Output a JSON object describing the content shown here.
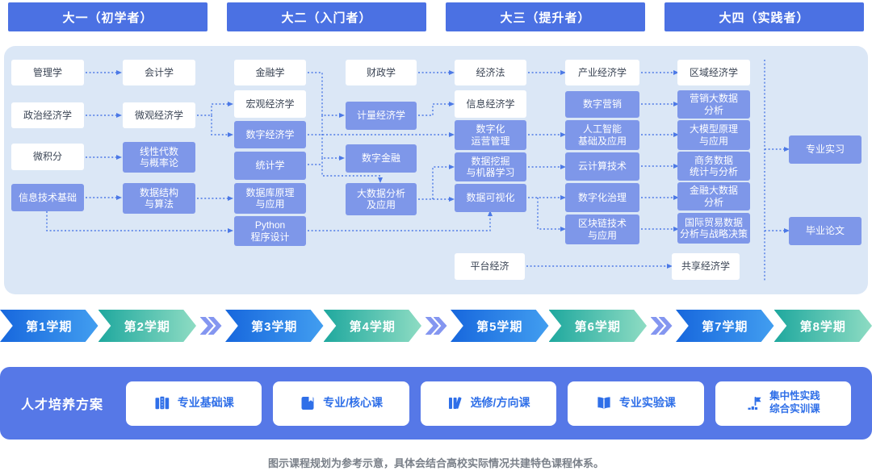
{
  "years": [
    {
      "label": "大一（初学者）"
    },
    {
      "label": "大二（入门者）"
    },
    {
      "label": "大三（提升者）"
    },
    {
      "label": "大四（实践者）"
    }
  ],
  "curriculum": [
    {
      "label": "管理学"
    },
    {
      "label": "政治经济学"
    },
    {
      "label": "微积分"
    },
    {
      "label": "信息技术基础"
    },
    {
      "label": "会计学"
    },
    {
      "label": "微观经济学"
    },
    {
      "label": "线性代数\n与概率论"
    },
    {
      "label": "数据结构\n与算法"
    },
    {
      "label": "金融学"
    },
    {
      "label": "宏观经济学"
    },
    {
      "label": "数字经济学"
    },
    {
      "label": "统计学"
    },
    {
      "label": "数据库原理\n与应用"
    },
    {
      "label": "Python\n程序设计"
    },
    {
      "label": "财政学"
    },
    {
      "label": "计量经济学"
    },
    {
      "label": "数字金融"
    },
    {
      "label": "大数据分析\n及应用"
    },
    {
      "label": "经济法"
    },
    {
      "label": "信息经济学"
    },
    {
      "label": "数字化\n运营管理"
    },
    {
      "label": "数据挖掘\n与机器学习"
    },
    {
      "label": "数据可视化"
    },
    {
      "label": "平台经济"
    },
    {
      "label": "产业经济学"
    },
    {
      "label": "数字营销"
    },
    {
      "label": "人工智能\n基础及应用"
    },
    {
      "label": "云计算技术"
    },
    {
      "label": "数字化治理"
    },
    {
      "label": "区块链技术\n与应用"
    },
    {
      "label": "区域经济学"
    },
    {
      "label": "营销大数据\n分析"
    },
    {
      "label": "大模型原理\n与应用"
    },
    {
      "label": "商务数据\n统计与分析"
    },
    {
      "label": "金融大数据\n分析"
    },
    {
      "label": "国际贸易数据\n分析与战略决策"
    },
    {
      "label": "共享经济学"
    },
    {
      "label": "专业实习"
    },
    {
      "label": "毕业论文"
    }
  ],
  "semesters": [
    {
      "label": "第1学期"
    },
    {
      "label": "第2学期"
    },
    {
      "label": "第3学期"
    },
    {
      "label": "第4学期"
    },
    {
      "label": "第5学期"
    },
    {
      "label": "第6学期"
    },
    {
      "label": "第7学期"
    },
    {
      "label": "第8学期"
    }
  ],
  "legend": {
    "title": "人才培养方案",
    "items": [
      {
        "label": "专业基础课",
        "icon": "bookshelf-icon"
      },
      {
        "label": "专业/核心课",
        "icon": "book-icon"
      },
      {
        "label": "选修/方向课",
        "icon": "library-books-icon"
      },
      {
        "label": "专业实验课",
        "icon": "open-book-icon"
      },
      {
        "label": "集中性实践\n综合实训课",
        "icon": "practice-flag-icon"
      }
    ]
  },
  "footer_note": "图示课程规划为参考示意，具体会结合高校实际情况共建特色课程体系。",
  "colors": {
    "year_bar": "#4B71E3",
    "panel_bg": "#DBE7F6",
    "course_accent": "#7E97E9",
    "course_light_text": "#3A4454",
    "arrow": "#4C79E6",
    "semester_blue": [
      "#1767DD",
      "#429EF0"
    ],
    "semester_teal": [
      "#1FA89E",
      "#8EDCC3"
    ],
    "separator_chevron": "#8496F0",
    "legend_bar": "#5678E7",
    "legend_text": "#2F6FE8",
    "footer_note_text": "#7A8089"
  }
}
